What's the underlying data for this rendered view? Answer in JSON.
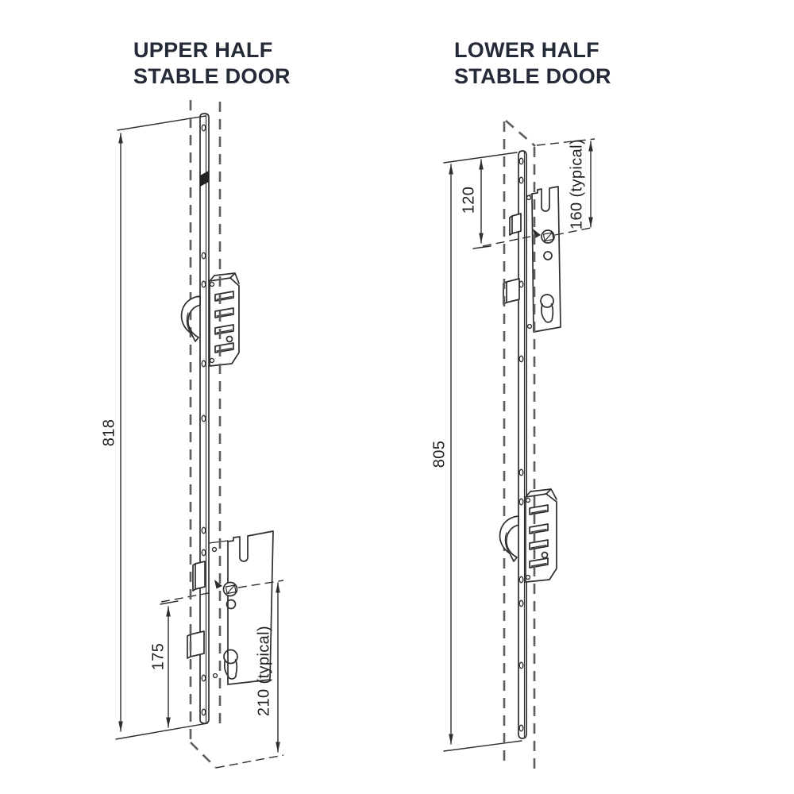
{
  "page": {
    "background_color": "#ffffff"
  },
  "colors": {
    "title_text": "#242a37",
    "drawing_line": "#2e2e2e",
    "door_edge_dashed": "#5e5e5e",
    "dimension_text": "#1f1f1f"
  },
  "left_diagram": {
    "title_line1": "UPPER HALF",
    "title_line2": "STABLE DOOR",
    "dim_overall_length": "818",
    "dim_hub_to_end": "175",
    "dim_typical": "210 (typical)"
  },
  "right_diagram": {
    "title_line1": "LOWER HALF",
    "title_line2": "STABLE DOOR",
    "dim_top_to_hub": "120",
    "dim_typical": "160 (typical)",
    "dim_overall_length": "805"
  }
}
